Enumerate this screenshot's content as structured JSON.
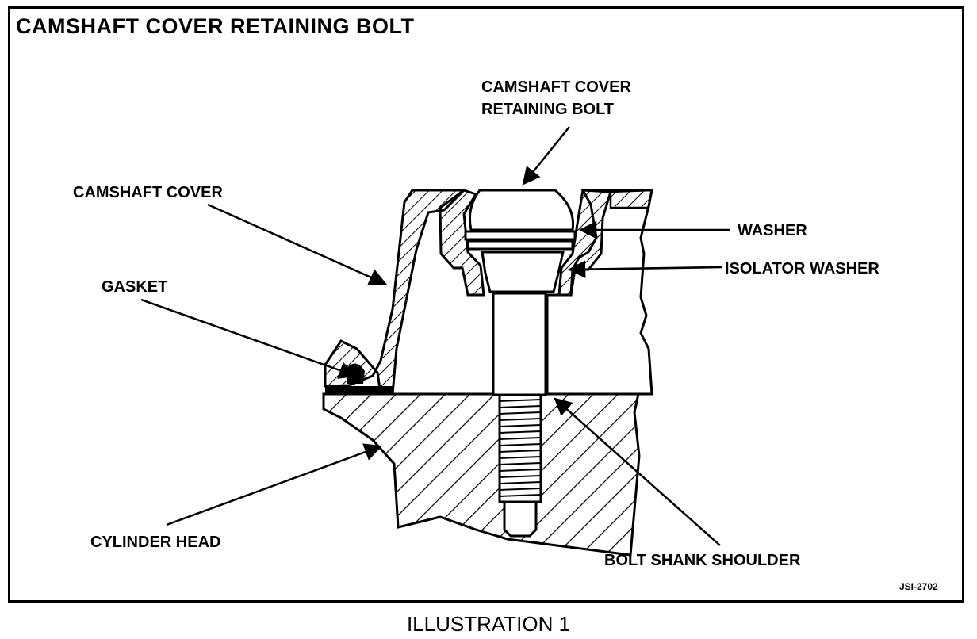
{
  "title": "CAMSHAFT COVER RETAINING BOLT",
  "labels": {
    "retaining_bolt_line1": "CAMSHAFT COVER",
    "retaining_bolt_line2": "RETAINING BOLT",
    "camshaft_cover": "CAMSHAFT COVER",
    "gasket": "GASKET",
    "washer": "WASHER",
    "isolator_washer": "ISOLATOR WASHER",
    "cylinder_head": "CYLINDER HEAD",
    "bolt_shank_shoulder": "BOLT SHANK SHOULDER"
  },
  "code": "JSI-2702",
  "caption": "ILLUSTRATION 1"
}
